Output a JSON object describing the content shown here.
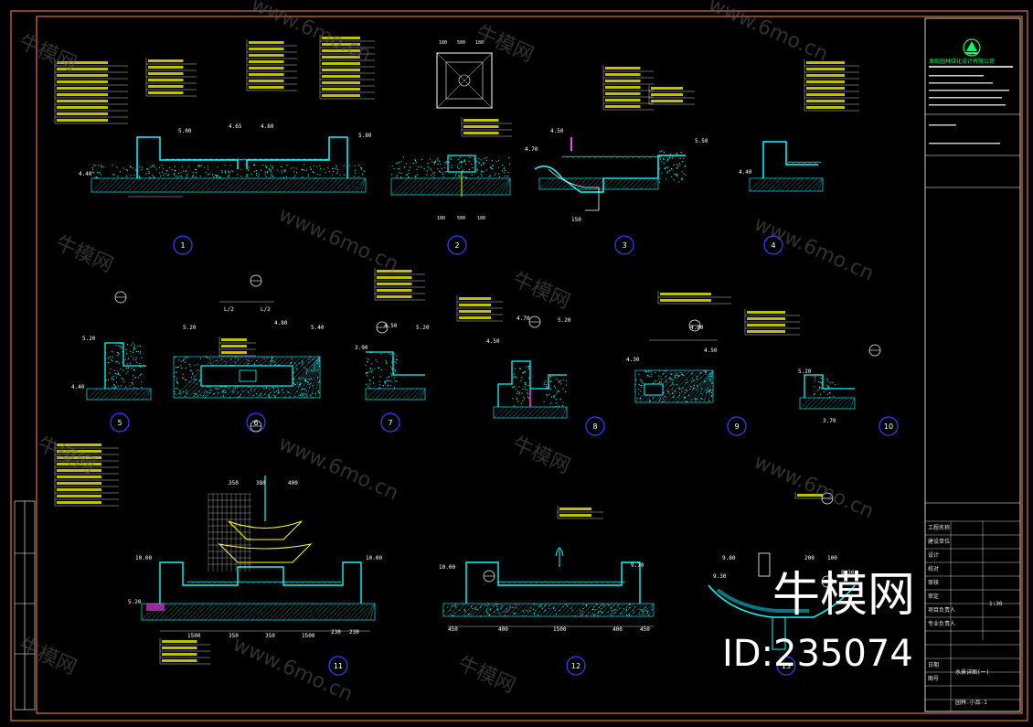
{
  "sheet": {
    "background": "#000000",
    "frame_color": "#ff8c40",
    "line_colors": {
      "section": "#00ffff",
      "hatch": "#00c8d8",
      "dim": "#ffffff",
      "note": "#ffff00",
      "callout": "#3040ff",
      "accent": "#ff40ff",
      "green": "#00ff60"
    }
  },
  "details": [
    {
      "id": "d1",
      "label": "1"
    },
    {
      "id": "d2",
      "label": "2"
    },
    {
      "id": "d3",
      "label": "3"
    },
    {
      "id": "d4",
      "label": "4"
    },
    {
      "id": "d5",
      "label": "5"
    },
    {
      "id": "d6",
      "label": "6"
    },
    {
      "id": "d7",
      "label": "7"
    },
    {
      "id": "d8",
      "label": "8"
    },
    {
      "id": "d9",
      "label": "9"
    },
    {
      "id": "d10",
      "label": "10"
    },
    {
      "id": "d11",
      "label": "11"
    },
    {
      "id": "d12",
      "label": "12"
    },
    {
      "id": "d13",
      "label": "13"
    }
  ],
  "dimensions": {
    "d1": [
      "4.40",
      "4.65",
      "4.80",
      "5.00",
      "5.80"
    ],
    "d2_top": [
      "180",
      "500",
      "180"
    ],
    "d2_bottom": [
      "180",
      "500",
      "180"
    ],
    "d3": [
      "4.50",
      "4.70",
      "5.50",
      "150"
    ],
    "d4": [
      "4.40"
    ],
    "d5": [
      "5.20",
      "4.40"
    ],
    "d6": [
      "L/2",
      "L/2",
      "5.20",
      "4.80",
      "5.40"
    ],
    "d7": [
      "3.90",
      "4.50",
      "5.20"
    ],
    "d8": [
      "4.50",
      "4.70",
      "5.20"
    ],
    "d9": [
      "4.80",
      "4.30",
      "4.50"
    ],
    "d10": [
      "5.20",
      "3.70"
    ],
    "d11": [
      "1500",
      "350",
      "350",
      "1500",
      "230",
      "230",
      "350",
      "380",
      "400",
      "5.20",
      "10.00",
      "10.00"
    ],
    "d12": [
      "450",
      "400",
      "1500",
      "400",
      "450",
      "10.00",
      "9.70"
    ],
    "d13": [
      "9.80",
      "9.30",
      "200",
      "100",
      "8.30"
    ]
  },
  "title_block": {
    "logo_icon": "company-logo-icon",
    "company_line": "发现园林绿化设计有限公司",
    "sheet_code": "园林-小品-1",
    "sheet_number": "1:30",
    "rows": [
      "工程名称",
      "建设单位",
      "设计",
      "校对",
      "审核",
      "审定",
      "项目负责人",
      "专业负责人",
      "日期",
      "图号"
    ],
    "drawing_title": "水景详图(一)"
  },
  "watermark": {
    "brand": "牛模网",
    "site": "www.6mo.cn",
    "id_text": "ID:235074"
  }
}
